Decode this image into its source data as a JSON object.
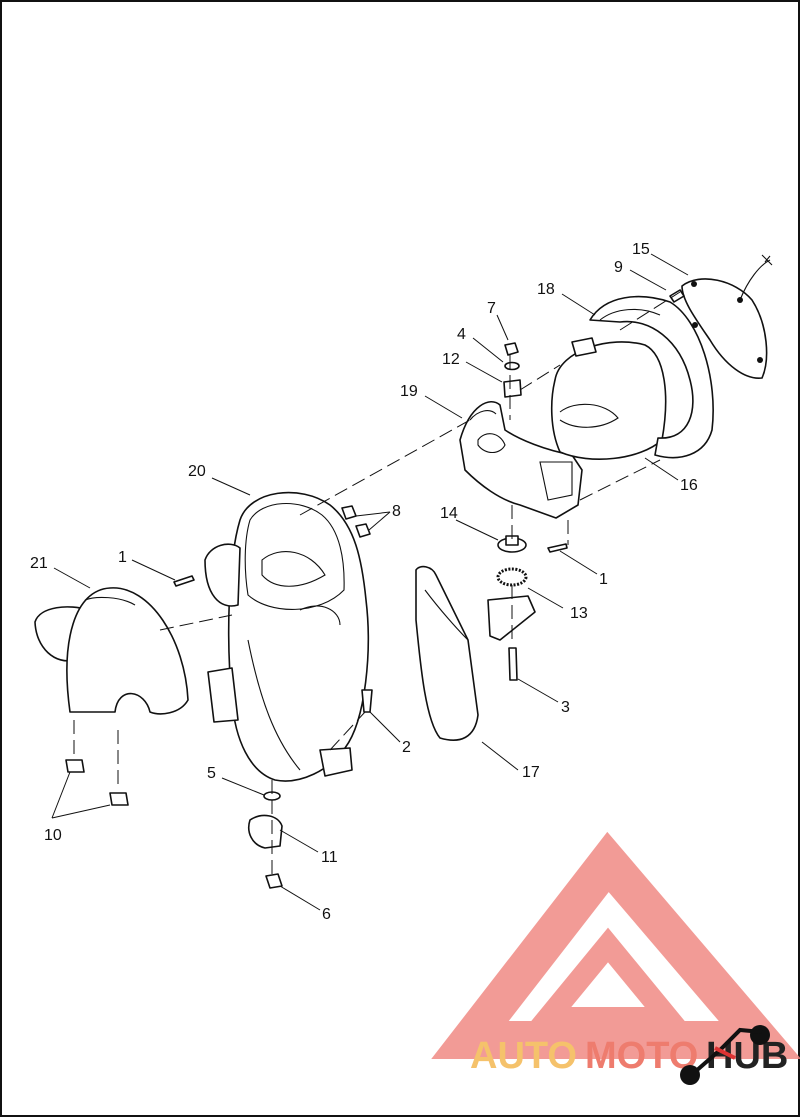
{
  "diagram": {
    "callouts": [
      {
        "id": "c15",
        "label": "15"
      },
      {
        "id": "c9",
        "label": "9"
      },
      {
        "id": "c18",
        "label": "18"
      },
      {
        "id": "c7",
        "label": "7"
      },
      {
        "id": "c4",
        "label": "4"
      },
      {
        "id": "c12",
        "label": "12"
      },
      {
        "id": "c19",
        "label": "19"
      },
      {
        "id": "c16",
        "label": "16"
      },
      {
        "id": "c20",
        "label": "20"
      },
      {
        "id": "c8",
        "label": "8"
      },
      {
        "id": "c14",
        "label": "14"
      },
      {
        "id": "c21",
        "label": "21"
      },
      {
        "id": "c1a",
        "label": "1"
      },
      {
        "id": "c1b",
        "label": "1"
      },
      {
        "id": "c13",
        "label": "13"
      },
      {
        "id": "c3",
        "label": "3"
      },
      {
        "id": "c2",
        "label": "2"
      },
      {
        "id": "c17",
        "label": "17"
      },
      {
        "id": "c5",
        "label": "5"
      },
      {
        "id": "c10",
        "label": "10"
      },
      {
        "id": "c11",
        "label": "11"
      },
      {
        "id": "c6",
        "label": "6"
      }
    ]
  },
  "watermark": {
    "text_auto": "AUTO",
    "text_moto": "MOTO",
    "text_hub": "HUB",
    "colors": {
      "auto": "#f5c26b",
      "moto": "#ee7c6e",
      "hub": "#222222",
      "logo": "#f08a84"
    }
  }
}
